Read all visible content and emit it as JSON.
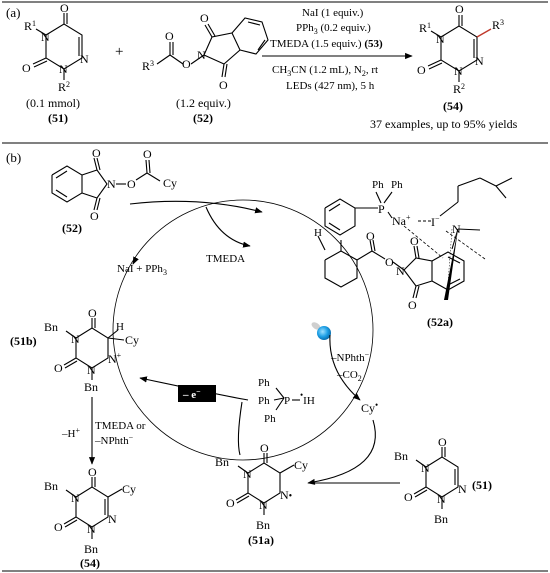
{
  "panel_a": {
    "label": "(a)",
    "reactant1": {
      "R1": "R",
      "R1_sup": "1",
      "R2": "R",
      "R2_sup": "2",
      "N1": "N",
      "N2": "N",
      "N3": "N",
      "O1": "O",
      "O2": "O",
      "amount": "(0.1 mmol)",
      "id": "(51)"
    },
    "plus": "+",
    "reactant2": {
      "R3": "R",
      "R3_sup": "3",
      "O_a": "O",
      "O_b": "O",
      "O_c": "O",
      "O_d": "O",
      "N": "N",
      "amount": "(1.2 equiv.)",
      "id": "(52)"
    },
    "conditions": {
      "line1": "NaI (1 equiv.)",
      "line2_a": "PPh",
      "line2_sub": "3",
      "line2_b": " (0.2 equiv.)",
      "line3_a": "TMEDA (1.5 equiv.) ",
      "line3_b": "(53)",
      "line4_a": "CH",
      "line4_sub1": "3",
      "line4_b": "CN (1.2 mL), N",
      "line4_sub2": "2",
      "line4_c": ", rt",
      "line5": "LEDs (427  nm), 5 h"
    },
    "product": {
      "R1": "R",
      "R1_sup": "1",
      "R2": "R",
      "R2_sup": "2",
      "R3": "R",
      "R3_sup": "3",
      "N1": "N",
      "N2": "N",
      "N3": "N",
      "O1": "O",
      "O2": "O",
      "id": "(54)"
    },
    "summary": "37 examples, up to 95% yields"
  },
  "panel_b": {
    "label": "(b)",
    "cpd52": {
      "O1": "O",
      "O2": "O",
      "O3": "O",
      "O4": "O",
      "N": "N",
      "Cy": "Cy",
      "id": "(52)"
    },
    "tmeda": "TMEDA",
    "reagents_left": "NaI + PPh",
    "reagents_left_sub": "3",
    "complex52a": {
      "Ph1": "Ph",
      "Ph2": "Ph",
      "P": "P",
      "Na": "Na",
      "Na_sup": "+",
      "I": "I",
      "I_sup": "−",
      "N": "N",
      "H": "H",
      "O1": "O",
      "O2": "O",
      "O3": "O",
      "O4": "O",
      "N2": "N",
      "id": "(52a)"
    },
    "step_loss_1": "–NPhth",
    "step_loss_1_sup": "−",
    "step_loss_2": "–CO",
    "step_loss_2_sub": "2",
    "cy_radical": "Cy",
    "phosphorane": {
      "Ph1": "Ph",
      "Ph2": "Ph",
      "Ph3": "Ph",
      "P": "P",
      "IH": "IH"
    },
    "electron_label": "– e",
    "electron_sup": "−",
    "cpd51b": {
      "Bn1": "Bn",
      "Bn2": "Bn",
      "N1": "N",
      "N2": "N",
      "N3": "N",
      "N_sup": "+",
      "O1": "O",
      "O2": "O",
      "H": "H",
      "Cy": "Cy",
      "id": "(51b)"
    },
    "deprot_a": "–H",
    "deprot_a_sup": "+",
    "deprot_b": "TMEDA or",
    "deprot_c": "–NPhth",
    "deprot_c_sup": "−",
    "cpd54": {
      "Bn1": "Bn",
      "Bn2": "Bn",
      "N1": "N",
      "N2": "N",
      "N3": "N",
      "O1": "O",
      "O2": "O",
      "Cy": "Cy",
      "id": "(54)"
    },
    "cpd51a": {
      "Bn1": "Bn",
      "Bn2": "Bn",
      "N1": "N",
      "N2": "N",
      "N3": "N",
      "O1": "O",
      "O2": "O",
      "Cy": "Cy",
      "id": "(51a)"
    },
    "cpd51": {
      "Bn1": "Bn",
      "Bn2": "Bn",
      "N1": "N",
      "N2": "N",
      "N3": "N",
      "O1": "O",
      "O2": "O",
      "id": "(51)"
    }
  },
  "colors": {
    "light_bulb": "#1ea0e6"
  }
}
